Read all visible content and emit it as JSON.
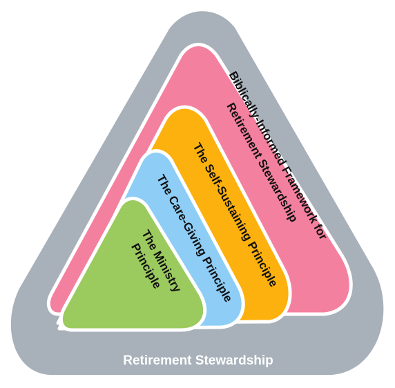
{
  "diagram": {
    "base_label": "Retirement Stewardship",
    "layers": [
      {
        "id": "framework",
        "lines": [
          "Biblically-Informed Framework for",
          "Retirement Stewardship"
        ],
        "color": "#F4809F"
      },
      {
        "id": "self-sustaining",
        "lines": [
          "The Self-Sustaining Principle"
        ],
        "color": "#FDB10E"
      },
      {
        "id": "care-giving",
        "lines": [
          "The Care-Giving Principle"
        ],
        "color": "#8ECDF6"
      },
      {
        "id": "ministry",
        "lines": [
          "The Ministry",
          "Principle"
        ],
        "color": "#9BCA5F"
      }
    ],
    "outer_color": "#A8B1BA",
    "outline_color": "#FFFFFF"
  }
}
